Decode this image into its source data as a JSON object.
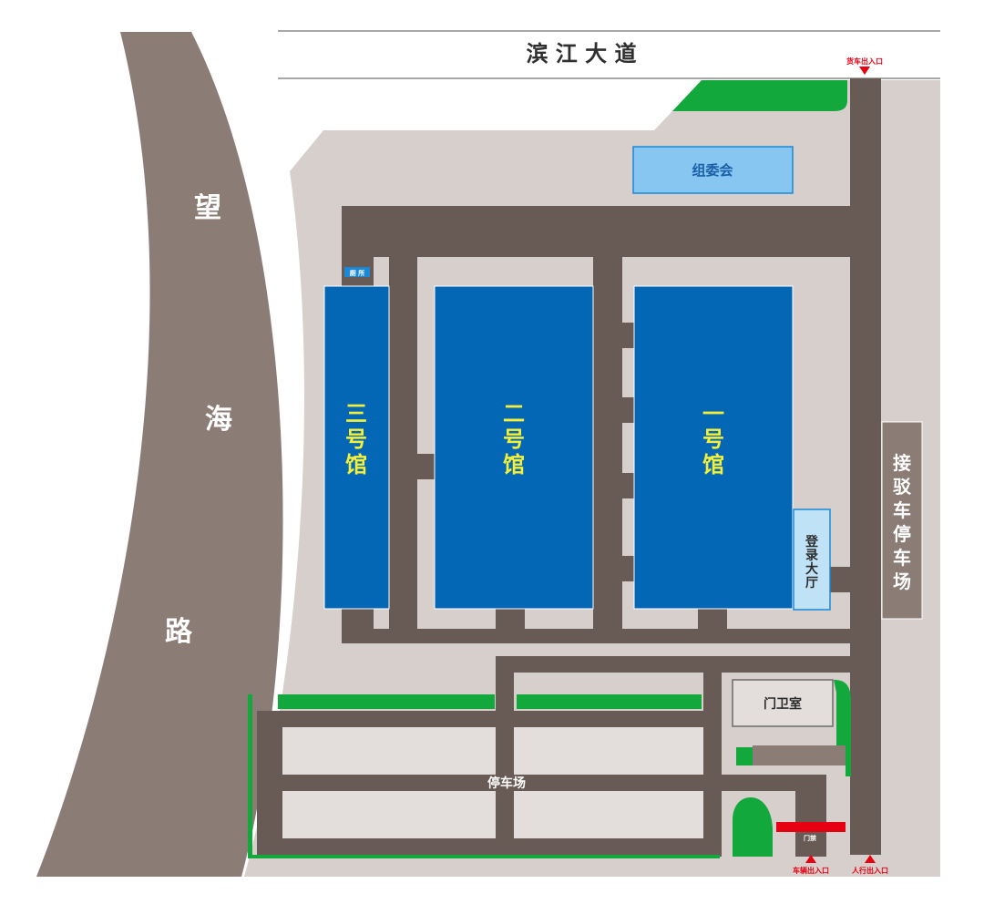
{
  "roads": {
    "binjiang": "滨 江 大 道",
    "wanghai": [
      "望",
      "海",
      "路"
    ]
  },
  "buildings": {
    "committee": "组委会",
    "hall1": [
      "一",
      "号",
      "馆"
    ],
    "hall2": [
      "二",
      "号",
      "馆"
    ],
    "hall3": [
      "三",
      "号",
      "馆"
    ],
    "registration": [
      "登",
      "录",
      "大",
      "厅"
    ],
    "gatehouse": "门卫室",
    "shuttle_parking": [
      "接",
      "驳",
      "车",
      "停",
      "车",
      "场"
    ],
    "parking": "停车场",
    "small_sign": "厕 所",
    "gate": "门禁"
  },
  "entrances": {
    "truck": "货车出入口",
    "vehicle": "车辆出入口",
    "pedestrian": "人行出入口"
  },
  "colors": {
    "road_gray": "#8b7d76",
    "lane_dark": "#685a54",
    "site_ground": "#d6cfcc",
    "lot_light": "#e3dedc",
    "hall_blue": "#0467b5",
    "hall_text": "#f4ef38",
    "light_blue": "#86c6f0",
    "green": "#12a83b",
    "red": "#e60012"
  }
}
